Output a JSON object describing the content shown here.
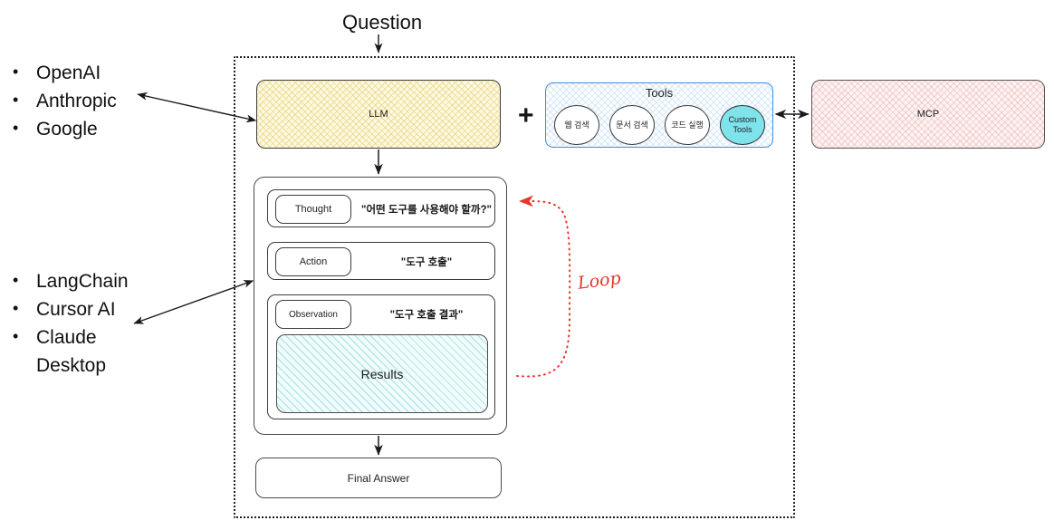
{
  "diagram": {
    "title_label": "Question",
    "loop_label": "Loop",
    "plus_symbol": "+"
  },
  "left_lists": [
    {
      "name": "model-providers",
      "items": [
        {
          "text": "OpenAI",
          "bulleted": true
        },
        {
          "text": "Anthropic",
          "bulleted": true
        },
        {
          "text": "Google",
          "bulleted": true
        }
      ]
    },
    {
      "name": "agent-frameworks",
      "items": [
        {
          "text": "LangChain",
          "bulleted": true
        },
        {
          "text": "Cursor AI",
          "bulleted": true
        },
        {
          "text": "Claude",
          "bulleted": true
        },
        {
          "text": "Desktop",
          "bulleted": false
        }
      ]
    }
  ],
  "llm": {
    "label": "LLM"
  },
  "tools": {
    "title": "Tools",
    "items": [
      {
        "label": "웹 검색",
        "highlight": false
      },
      {
        "label": "문서 검색",
        "highlight": false
      },
      {
        "label": "코드 실행",
        "highlight": false
      },
      {
        "label": "Custom\nTools",
        "line1": "Custom",
        "line2": "Tools",
        "highlight": true
      }
    ]
  },
  "mcp": {
    "label": "MCP"
  },
  "react_loop": {
    "rows": [
      {
        "chip": "Thought",
        "quote": "\"어떤 도구를 사용해야 할까?\""
      },
      {
        "chip": "Action",
        "quote": "\"도구 호출\""
      },
      {
        "chip": "Observation",
        "quote": "\"도구 호출 결과\""
      }
    ],
    "results_label": "Results"
  },
  "final_answer": {
    "label": "Final Answer"
  },
  "colors": {
    "llm_fill": "#fdf8e0",
    "tools_border": "#3f8ede",
    "custom_tools_fill": "#7fe3ec",
    "mcp_fill": "#fdf2f2",
    "results_fill": "#f2fcfc",
    "loop_accent": "#e8352a",
    "frame_border": "#222222"
  }
}
